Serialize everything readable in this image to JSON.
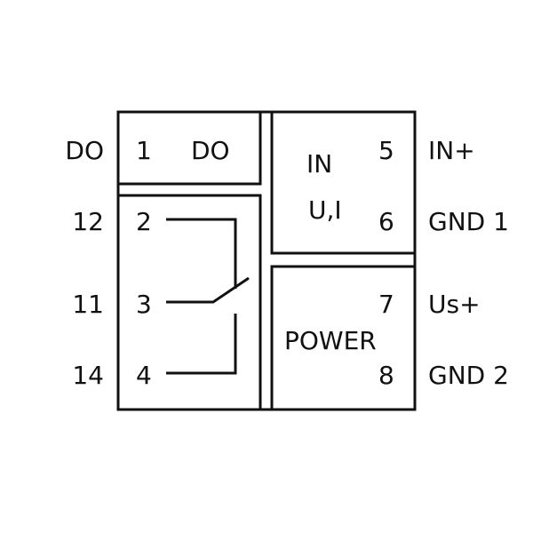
{
  "left_terminals": [
    {
      "label": "DO",
      "pin": "1"
    },
    {
      "label": "12",
      "pin": "2"
    },
    {
      "label": "11",
      "pin": "3"
    },
    {
      "label": "14",
      "pin": "4"
    }
  ],
  "right_terminals": [
    {
      "label": "IN+",
      "pin": "5"
    },
    {
      "label": "GND 1",
      "pin": "6"
    },
    {
      "label": "Us+",
      "pin": "7"
    },
    {
      "label": "GND 2",
      "pin": "8"
    }
  ],
  "blocks": {
    "do": "DO",
    "input_line1": "IN",
    "input_line2": "U,I",
    "power": "POWER"
  },
  "colors": {
    "line": "#111111",
    "background": "#ffffff"
  }
}
